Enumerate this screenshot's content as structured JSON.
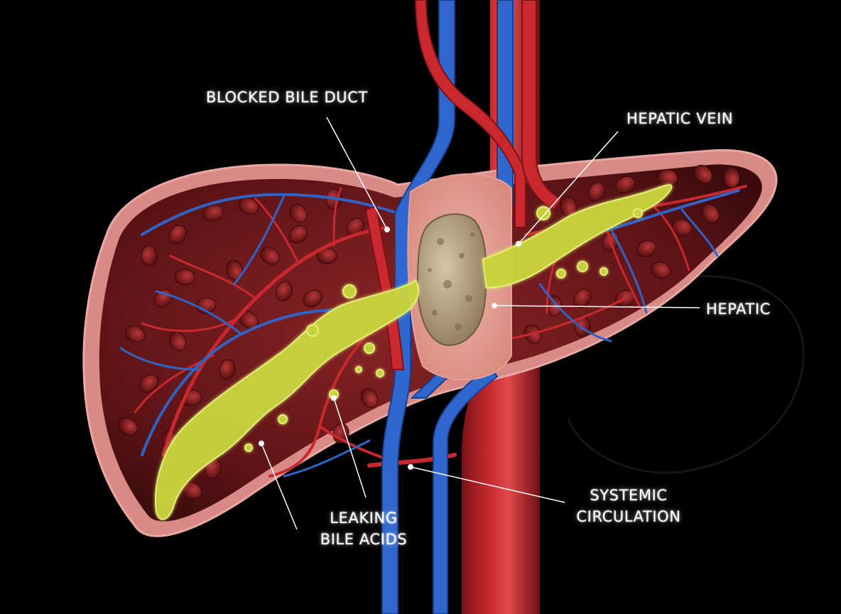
{
  "labels": {
    "blocked_bile_duct": "BLOCKED BILE DUCT",
    "hepatic_vein": "HEPATIC VEIN",
    "hepatic": "HEPATIC",
    "systemic_line1": "SYSTEMIC",
    "systemic_line2": "CIRCULATION",
    "leaking_line1": "LEAKING",
    "leaking_line2": "BILE ACIDS"
  },
  "colors": {
    "background": "#000000",
    "liver_outline": "#d98a86",
    "liver_tissue": "#6e1a1c",
    "artery": "#c0272d",
    "vein": "#2b5fc4",
    "bile": "#c9d43a",
    "gallstone": "#b9a58a",
    "label_text": "#ffffff"
  }
}
